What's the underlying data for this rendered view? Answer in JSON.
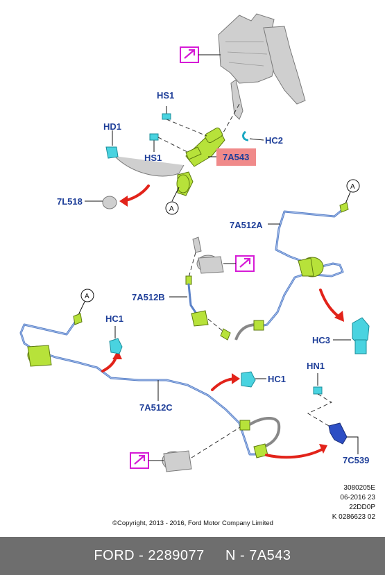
{
  "labels": {
    "hs1_top": "HS1",
    "hd1": "HD1",
    "hs1_bottom": "HS1",
    "hc2": "HC2",
    "part_7a543": "7A543",
    "part_7l518": "7L518",
    "part_7a512a": "7A512A",
    "part_7a512b": "7A512B",
    "hc1_left": "HC1",
    "hc1_center": "HC1",
    "hc3": "HC3",
    "part_7a512c": "7A512C",
    "hn1": "HN1",
    "part_7c539": "7C539",
    "ref_a_top": "A",
    "ref_a_right": "A",
    "ref_a_left": "A"
  },
  "colors": {
    "label_blue": "#1f3f99",
    "highlight": "#f08a8a",
    "pipe_blue": "#5b82c8",
    "part_green": "#b7e23a",
    "clip_cyan": "#49d3e0",
    "arrow_red": "#e2231a",
    "callout_magenta": "#d61bd6",
    "footer_bg": "#6e6e6e"
  },
  "meta": {
    "code1": "3080205E",
    "code2": "06-2016 23",
    "code3": "22DD0P",
    "code4": "K 0286623 02"
  },
  "copyright": "©Copyright, 2013 - 2016, Ford Motor Company Limited",
  "footer": {
    "text": "FORD - 2289077     N - 7A543"
  },
  "icons": [
    "view-callout-icon",
    "reference-circle-icon",
    "direction-arrow-icon"
  ]
}
